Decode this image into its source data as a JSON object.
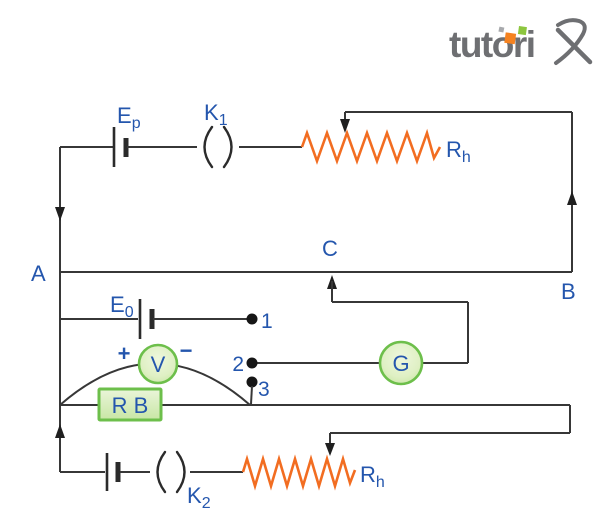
{
  "logo": {
    "wordmark": "tutorix",
    "text_main": "tutori",
    "color": "#6e6f72",
    "square_colors": {
      "gray": "#a7a9ac",
      "orange": "#f58220",
      "green": "#8dc63f"
    }
  },
  "colors": {
    "background": "#ffffff",
    "wire": "#373737",
    "label_blue": "#2456ad",
    "rheostat_orange": "#f26d21",
    "meter_green_stroke": "#6dbf4b",
    "meter_green_fill": "#dff0c4",
    "terminal_black": "#161616"
  },
  "primary_circuit": {
    "battery_label": "E",
    "battery_label_sub": "p",
    "key_label": "K",
    "key_label_sub": "1",
    "rheostat_label": "R",
    "rheostat_label_sub": "h"
  },
  "potentiometer_wire": {
    "node_a": "A",
    "node_b": "B",
    "node_c": "C"
  },
  "standard_cell_branch": {
    "cell_label": "E",
    "cell_label_sub": "0",
    "terminal_1": "1"
  },
  "galvanometer_branch": {
    "terminal_2": "2",
    "galvanometer_label": "G"
  },
  "voltmeter_branch": {
    "terminal_3": "3",
    "voltmeter_label": "V",
    "polarity_plus": "+",
    "polarity_minus": "−",
    "resistance_box_label": "R B"
  },
  "auxiliary_circuit": {
    "key_label": "K",
    "key_label_sub": "2",
    "rheostat_label": "R",
    "rheostat_label_sub": "h"
  }
}
